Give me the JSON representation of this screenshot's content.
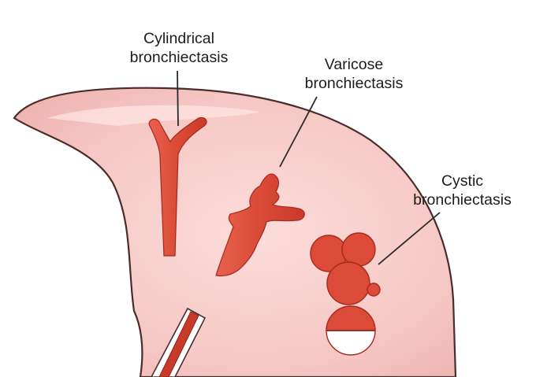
{
  "labels": {
    "cylindrical": {
      "line1": "Cylindrical",
      "line2": "bronchiectasis"
    },
    "varicose": {
      "line1": "Varicose",
      "line2": "bronchiectasis"
    },
    "cystic": {
      "line1": "Cystic",
      "line2": "bronchiectasis"
    }
  },
  "colors": {
    "lung_fill": "#f6c9c6",
    "lung_outline": "#4a2c2c",
    "airway_fill": "#dc4f3c",
    "airway_outline": "#a8281c",
    "callout_line": "#2a2a2a",
    "cyst_fluid_level_light": "#ffffff"
  },
  "icons": {
    "main_bronchus": "bronchus-tube-icon"
  }
}
